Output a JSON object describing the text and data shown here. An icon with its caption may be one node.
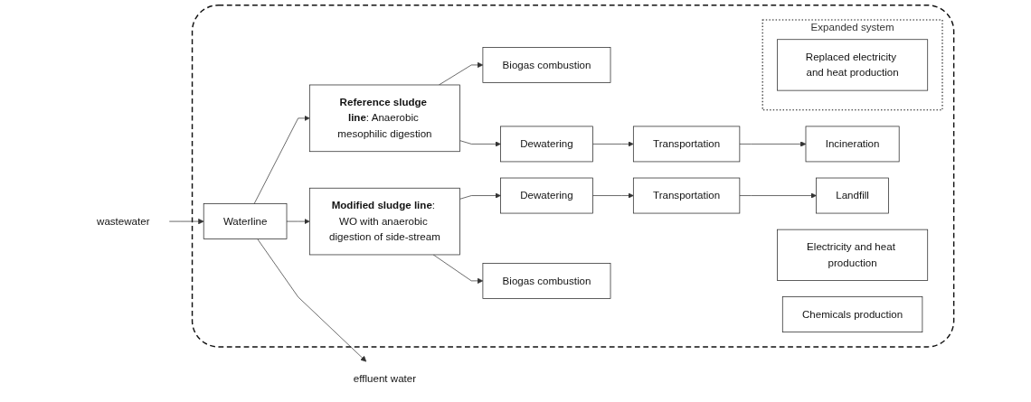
{
  "diagram": {
    "nodes": [
      {
        "text": [],
        "shape": "box"
      },
      {
        "text": [
          "wastewater"
        ]
      },
      {
        "text": [
          "Waterline"
        ],
        "in": 0
      },
      {
        "text": [
          "effluent water"
        ]
      },
      {
        "text": [
          "Biogas combustion"
        ],
        "in": 0
      },
      {
        "text": [
          "**Reference sludge line**: Anaerobic mesophilic digestion"
        ],
        "in": 0
      },
      {
        "text": [
          "Dewatering"
        ],
        "in": 0
      },
      {
        "text": [
          "Transportation"
        ],
        "in": 0
      },
      {
        "text": [
          "Incineration"
        ],
        "in": 0
      },
      {
        "text": [
          "**Modified sludge line**: WO with anaerobic digestion of side-stream"
        ],
        "in": 0
      },
      {
        "text": [
          "Dewatering"
        ],
        "in": 0
      },
      {
        "text": [
          "Transportation"
        ],
        "in": 0
      },
      {
        "text": [
          "Landfill"
        ],
        "in": 0
      },
      {
        "text": [
          "Biogas combustion"
        ],
        "in": 0
      },
      {
        "text": [
          "Electricity and heat production"
        ],
        "in": 0
      },
      {
        "text": [
          "Chemicals production"
        ],
        "in": 0
      },
      {
        "text": [
          "Expanded system"
        ],
        "in": 0
      },
      {
        "text": [
          "Replaced electricity and heat production"
        ],
        "in": 16
      }
    ],
    "edges": [
      {
        "from": 1,
        "to": 2,
        "arrow": "to"
      },
      {
        "from": 2,
        "to": 3,
        "arrow": "to"
      },
      {
        "from": 2,
        "to": 5,
        "arrow": "to"
      },
      {
        "from": 2,
        "to": 9,
        "arrow": "to"
      },
      {
        "from": 5,
        "to": 4,
        "arrow": "to"
      },
      {
        "from": 5,
        "to": 6,
        "arrow": "to"
      },
      {
        "from": 6,
        "to": 7,
        "arrow": "to"
      },
      {
        "from": 7,
        "to": 8,
        "arrow": "to"
      },
      {
        "from": 9,
        "to": 10,
        "arrow": "to"
      },
      {
        "from": 10,
        "to": 11,
        "arrow": "to"
      },
      {
        "from": 11,
        "to": 12,
        "arrow": "to"
      },
      {
        "from": 9,
        "to": 13,
        "arrow": "to"
      }
    ]
  }
}
